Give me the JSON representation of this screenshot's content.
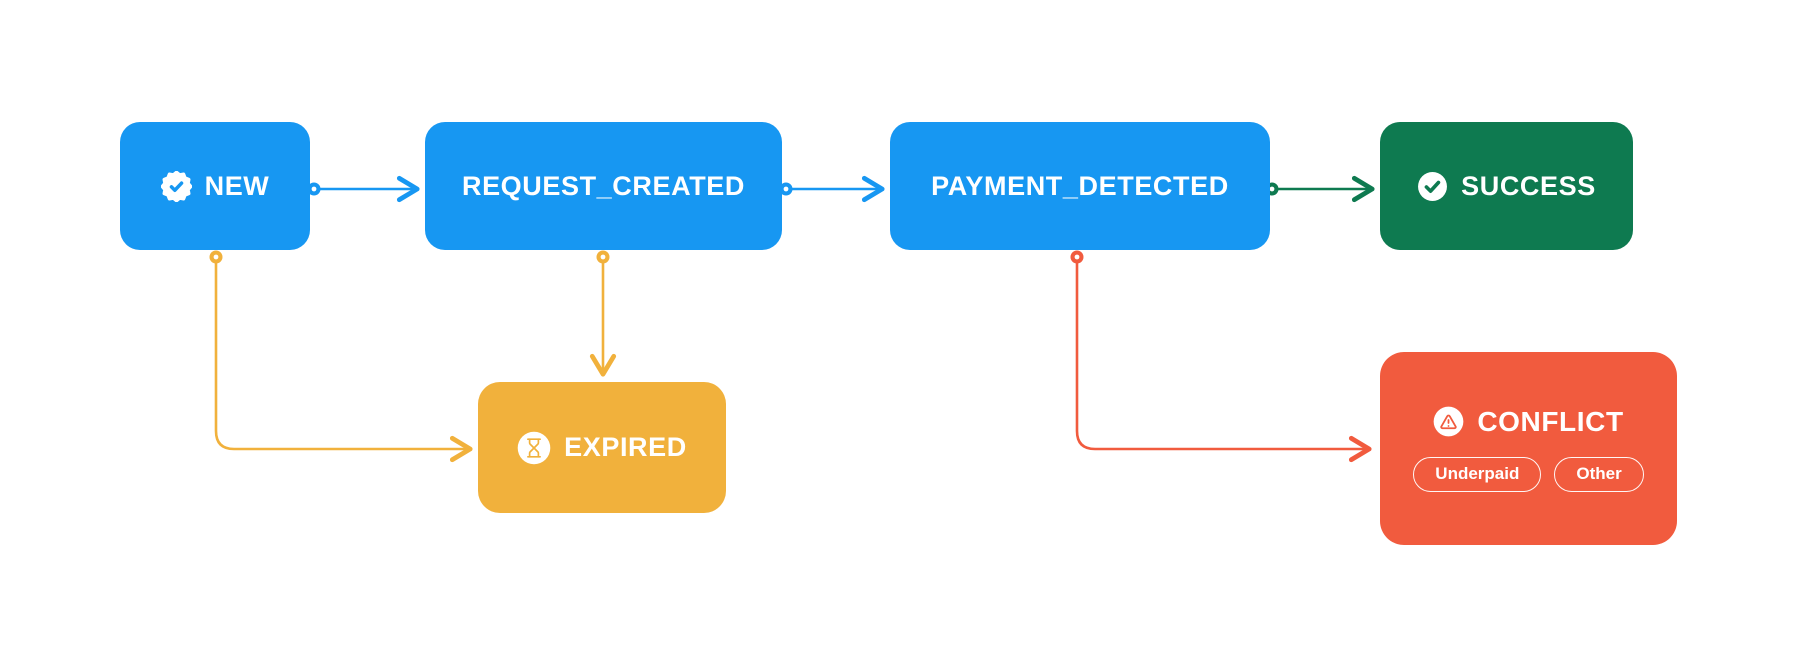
{
  "diagram": {
    "type": "state-flow",
    "colors": {
      "blue": "#1797F2",
      "green": "#0E7A50",
      "amber": "#F1B13C",
      "red": "#F15B3E",
      "node_text": "#FFFFFF",
      "background": "#FFFFFF"
    },
    "nodes": {
      "new": {
        "label": "NEW",
        "icon": "badge-check-icon",
        "color": "#1797F2"
      },
      "request_created": {
        "label": "REQUEST_CREATED",
        "icon": null,
        "color": "#1797F2"
      },
      "payment_detected": {
        "label": "PAYMENT_DETECTED",
        "icon": null,
        "color": "#1797F2"
      },
      "success": {
        "label": "SUCCESS",
        "icon": "check-circle-icon",
        "color": "#0E7A50"
      },
      "expired": {
        "label": "EXPIRED",
        "icon": "hourglass-icon",
        "color": "#F1B13C"
      },
      "conflict": {
        "label": "CONFLICT",
        "icon": "alert-triangle-icon",
        "color": "#F15B3E",
        "tags": [
          "Underpaid",
          "Other"
        ]
      }
    },
    "edges": [
      {
        "from": "new",
        "to": "request_created",
        "color": "#1797F2"
      },
      {
        "from": "request_created",
        "to": "payment_detected",
        "color": "#1797F2"
      },
      {
        "from": "payment_detected",
        "to": "success",
        "color": "#0E7A50"
      },
      {
        "from": "new",
        "to": "expired",
        "color": "#F1B13C"
      },
      {
        "from": "request_created",
        "to": "expired",
        "color": "#F1B13C"
      },
      {
        "from": "payment_detected",
        "to": "conflict",
        "color": "#F15B3E"
      }
    ]
  }
}
